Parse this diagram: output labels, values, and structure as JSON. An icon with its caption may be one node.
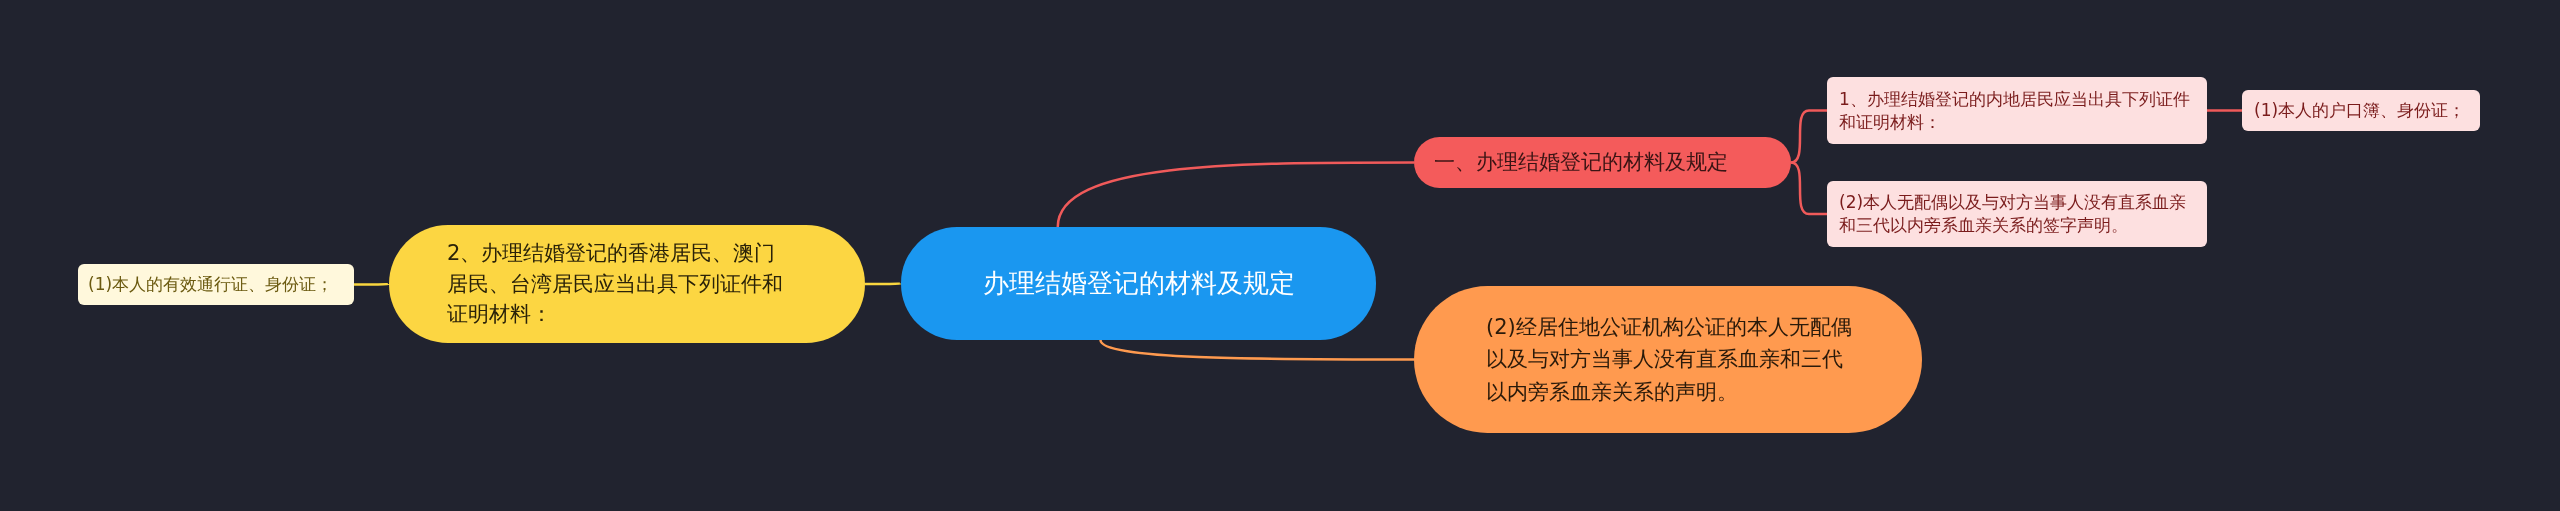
{
  "diagram": {
    "nodes": [
      {
        "text": [
          "办理结婚登记的材料及规定"
        ]
      },
      {
        "text": [
          "一、办理结婚登记的材料及规定"
        ]
      },
      {
        "text": [
          "1、办理结婚登记的内地居民应当出具下列证件和证明材料："
        ]
      },
      {
        "text": [
          "(1)本人的户口簿、身份证；"
        ]
      },
      {
        "text": [
          "(2)本人无配偶以及与对方当事人没有直系血亲和三代以内旁系血亲关系的签字声明。"
        ]
      },
      {
        "text": [
          "(2)经居住地公证机构公证的本人无配偶以及与对方当事人没有直系血亲和三代以内旁系血亲关系的声明。"
        ]
      },
      {
        "text": [
          "2、办理结婚登记的香港居民、澳门居民、台湾居民应当出具下列证件和证明材料："
        ]
      },
      {
        "text": [
          "(1)本人的有效通行证、身份证；"
        ]
      }
    ],
    "edges": [
      {
        "from": 0,
        "to": 1,
        "arrow": "none",
        "color": "#f05a5a"
      },
      {
        "from": 1,
        "to": 2,
        "arrow": "none",
        "color": "#f05a5a"
      },
      {
        "from": 2,
        "to": 3,
        "arrow": "none",
        "color": "#f05a5a"
      },
      {
        "from": 1,
        "to": 4,
        "arrow": "none",
        "color": "#f05a5a"
      },
      {
        "from": 0,
        "to": 5,
        "arrow": "none",
        "color": "#ff9a4f"
      },
      {
        "from": 0,
        "to": 6,
        "arrow": "none",
        "color": "#f9d63f"
      },
      {
        "from": 6,
        "to": 7,
        "arrow": "none",
        "color": "#f9d63f"
      }
    ]
  }
}
